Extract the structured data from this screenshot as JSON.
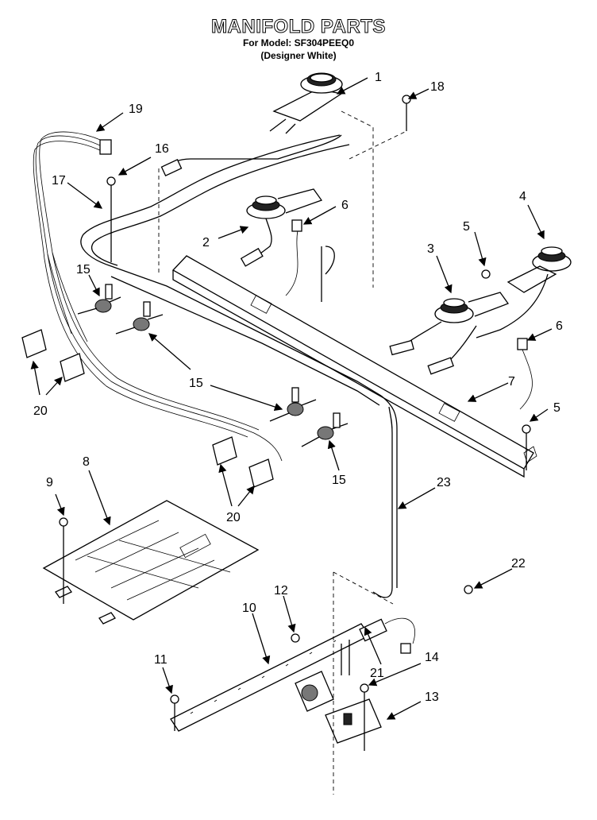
{
  "header": {
    "title": "MANIFOLD PARTS",
    "model_line": "For Model: SF304PEEQ0",
    "finish_line": "(Designer White)"
  },
  "callouts": {
    "c1": "1",
    "c2": "2",
    "c3": "3",
    "c4": "4",
    "c5a": "5",
    "c5b": "5",
    "c6a": "6",
    "c6b": "6",
    "c7": "7",
    "c8": "8",
    "c9": "9",
    "c10": "10",
    "c11": "11",
    "c12": "12",
    "c13": "13",
    "c14": "14",
    "c15a": "15",
    "c15b": "15",
    "c15c": "15",
    "c16": "16",
    "c17": "17",
    "c18": "18",
    "c19": "19",
    "c20a": "20",
    "c20b": "20",
    "c21": "21",
    "c22": "22",
    "c23": "23"
  }
}
